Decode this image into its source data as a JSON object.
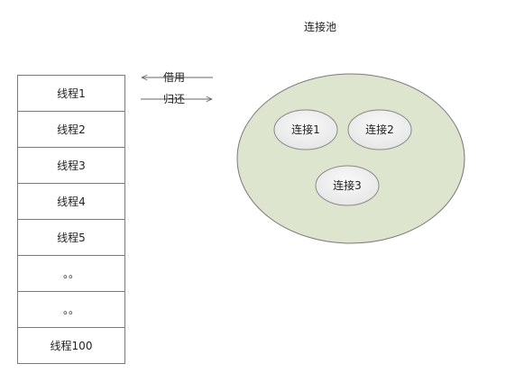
{
  "pool": {
    "title": "连接池",
    "connections": [
      "连接1",
      "连接2",
      "连接3"
    ]
  },
  "threads": [
    "线程1",
    "线程2",
    "线程3",
    "线程4",
    "线程5",
    "。。",
    "。。",
    "线程100"
  ],
  "arrows": {
    "borrow": "借用",
    "return": "归还"
  },
  "colors": {
    "pool_fill": "#dde5cf",
    "connection_fill": "#f2f2f2",
    "stroke": "#7a7a7a"
  }
}
